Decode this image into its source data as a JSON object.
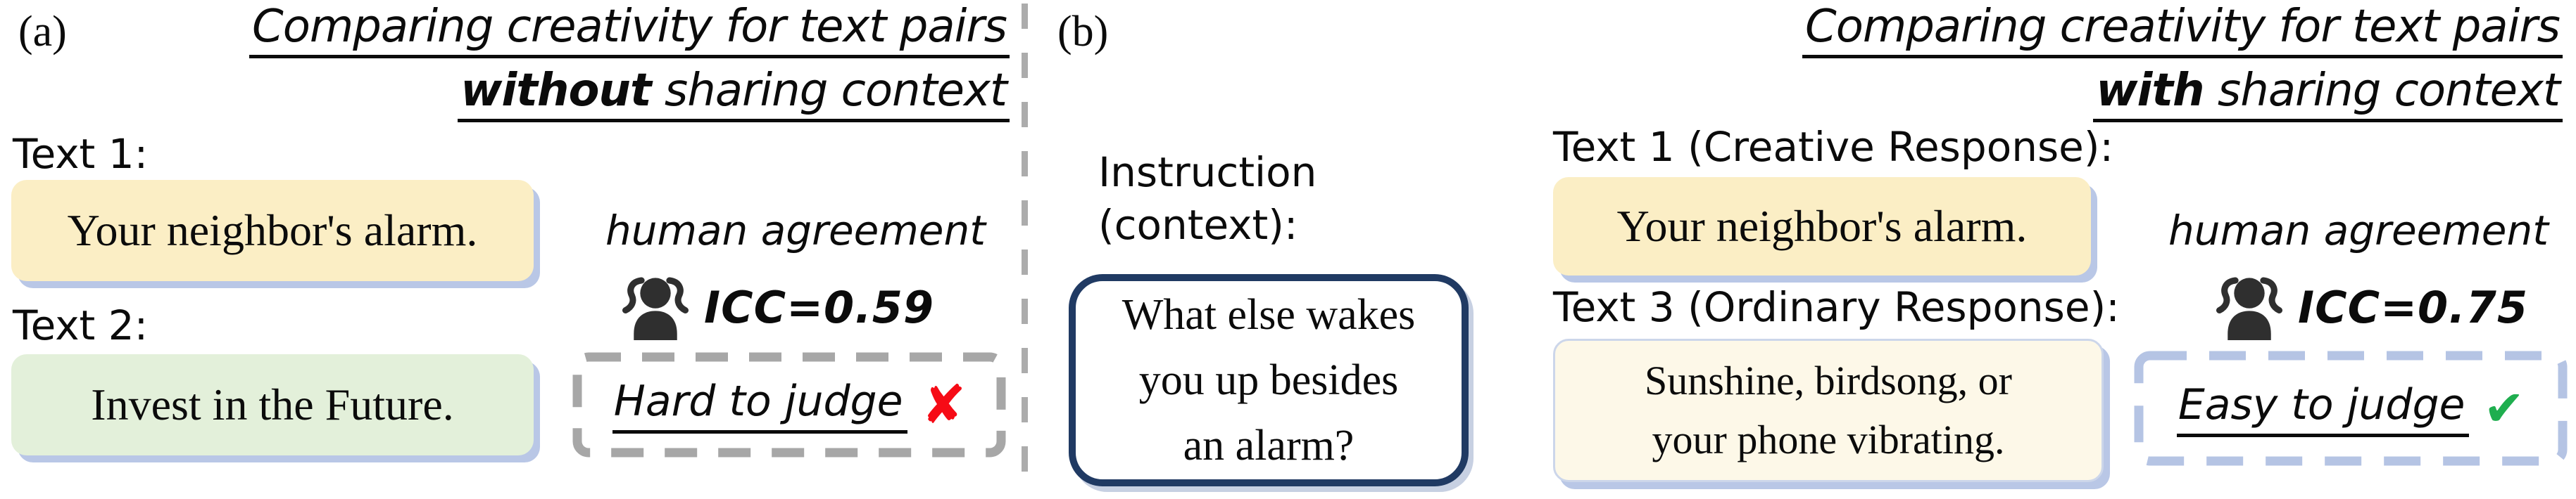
{
  "figure": {
    "type": "two-panel comparison figure",
    "colors": {
      "box_yellow": "#fbeec5",
      "box_green": "#e3f0da",
      "box_cream": "#fdf8e8",
      "navy_border": "#203a63",
      "shadow_periwinkle": "#b9c7e6",
      "dash_gray": "#a7a7a7",
      "dash_blue": "#b5c4e4",
      "x_red": "#f60b16",
      "check_green": "#1fae4f",
      "icon_dark": "#2f2f2f"
    }
  },
  "panel_a": {
    "label": "(a)",
    "title_line1": "Comparing creativity for text pairs",
    "title_bold_word": "without",
    "title_line2_rest": " sharing context",
    "text1_label": "Text 1:",
    "text1_value": "Your neighbor's alarm.",
    "text2_label": "Text 2:",
    "text2_value": "Invest in the Future.",
    "agreement_label": "human agreement",
    "icc_value": "ICC=0.59",
    "verdict_text": "Hard to judge",
    "verdict_mark": "✘"
  },
  "panel_b": {
    "label": "(b)",
    "title_line1": "Comparing creativity for text pairs",
    "title_bold_word": "with",
    "title_line2_rest": " sharing context",
    "instruction_label_line1": "Instruction",
    "instruction_label_line2": "(context):",
    "instruction_line1": "What else wakes",
    "instruction_line2": "you up besides",
    "instruction_line3": "an alarm?",
    "text1_label": "Text 1 (Creative Response):",
    "text1_value": "Your neighbor's alarm.",
    "text3_label": "Text 3 (Ordinary Response):",
    "text3_value_line1": "Sunshine, birdsong, or",
    "text3_value_line2": "your phone vibrating.",
    "agreement_label": "human agreement",
    "icc_value": "ICC=0.75",
    "verdict_text": "Easy to judge",
    "verdict_mark": "✔"
  }
}
